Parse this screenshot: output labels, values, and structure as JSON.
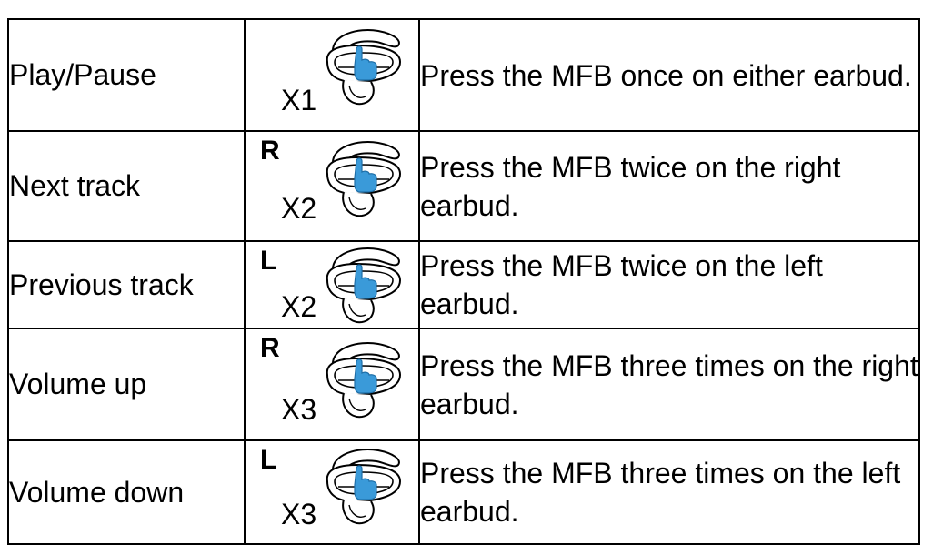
{
  "rows": [
    {
      "action": "Play/Pause",
      "side": "",
      "presses": "X1",
      "description": "Press the MFB once on either earbud.",
      "icon": "earbud-press-icon"
    },
    {
      "action": "Next track",
      "side": "R",
      "presses": "X2",
      "description": "Press the MFB twice on the right earbud.",
      "icon": "earbud-press-icon"
    },
    {
      "action": "Previous track",
      "side": "L",
      "presses": "X2",
      "description": "Press the MFB twice on the left earbud.",
      "icon": "earbud-press-icon"
    },
    {
      "action": "Volume up",
      "side": "R",
      "presses": "X3",
      "description": "Press the MFB three times on the right earbud.",
      "icon": "earbud-press-icon"
    },
    {
      "action": "Volume down",
      "side": "L",
      "presses": "X3",
      "description": "Press the MFB three times on the left earbud.",
      "icon": "earbud-press-icon"
    }
  ],
  "colors": {
    "finger": "#3a9ad9",
    "line": "#000000"
  }
}
